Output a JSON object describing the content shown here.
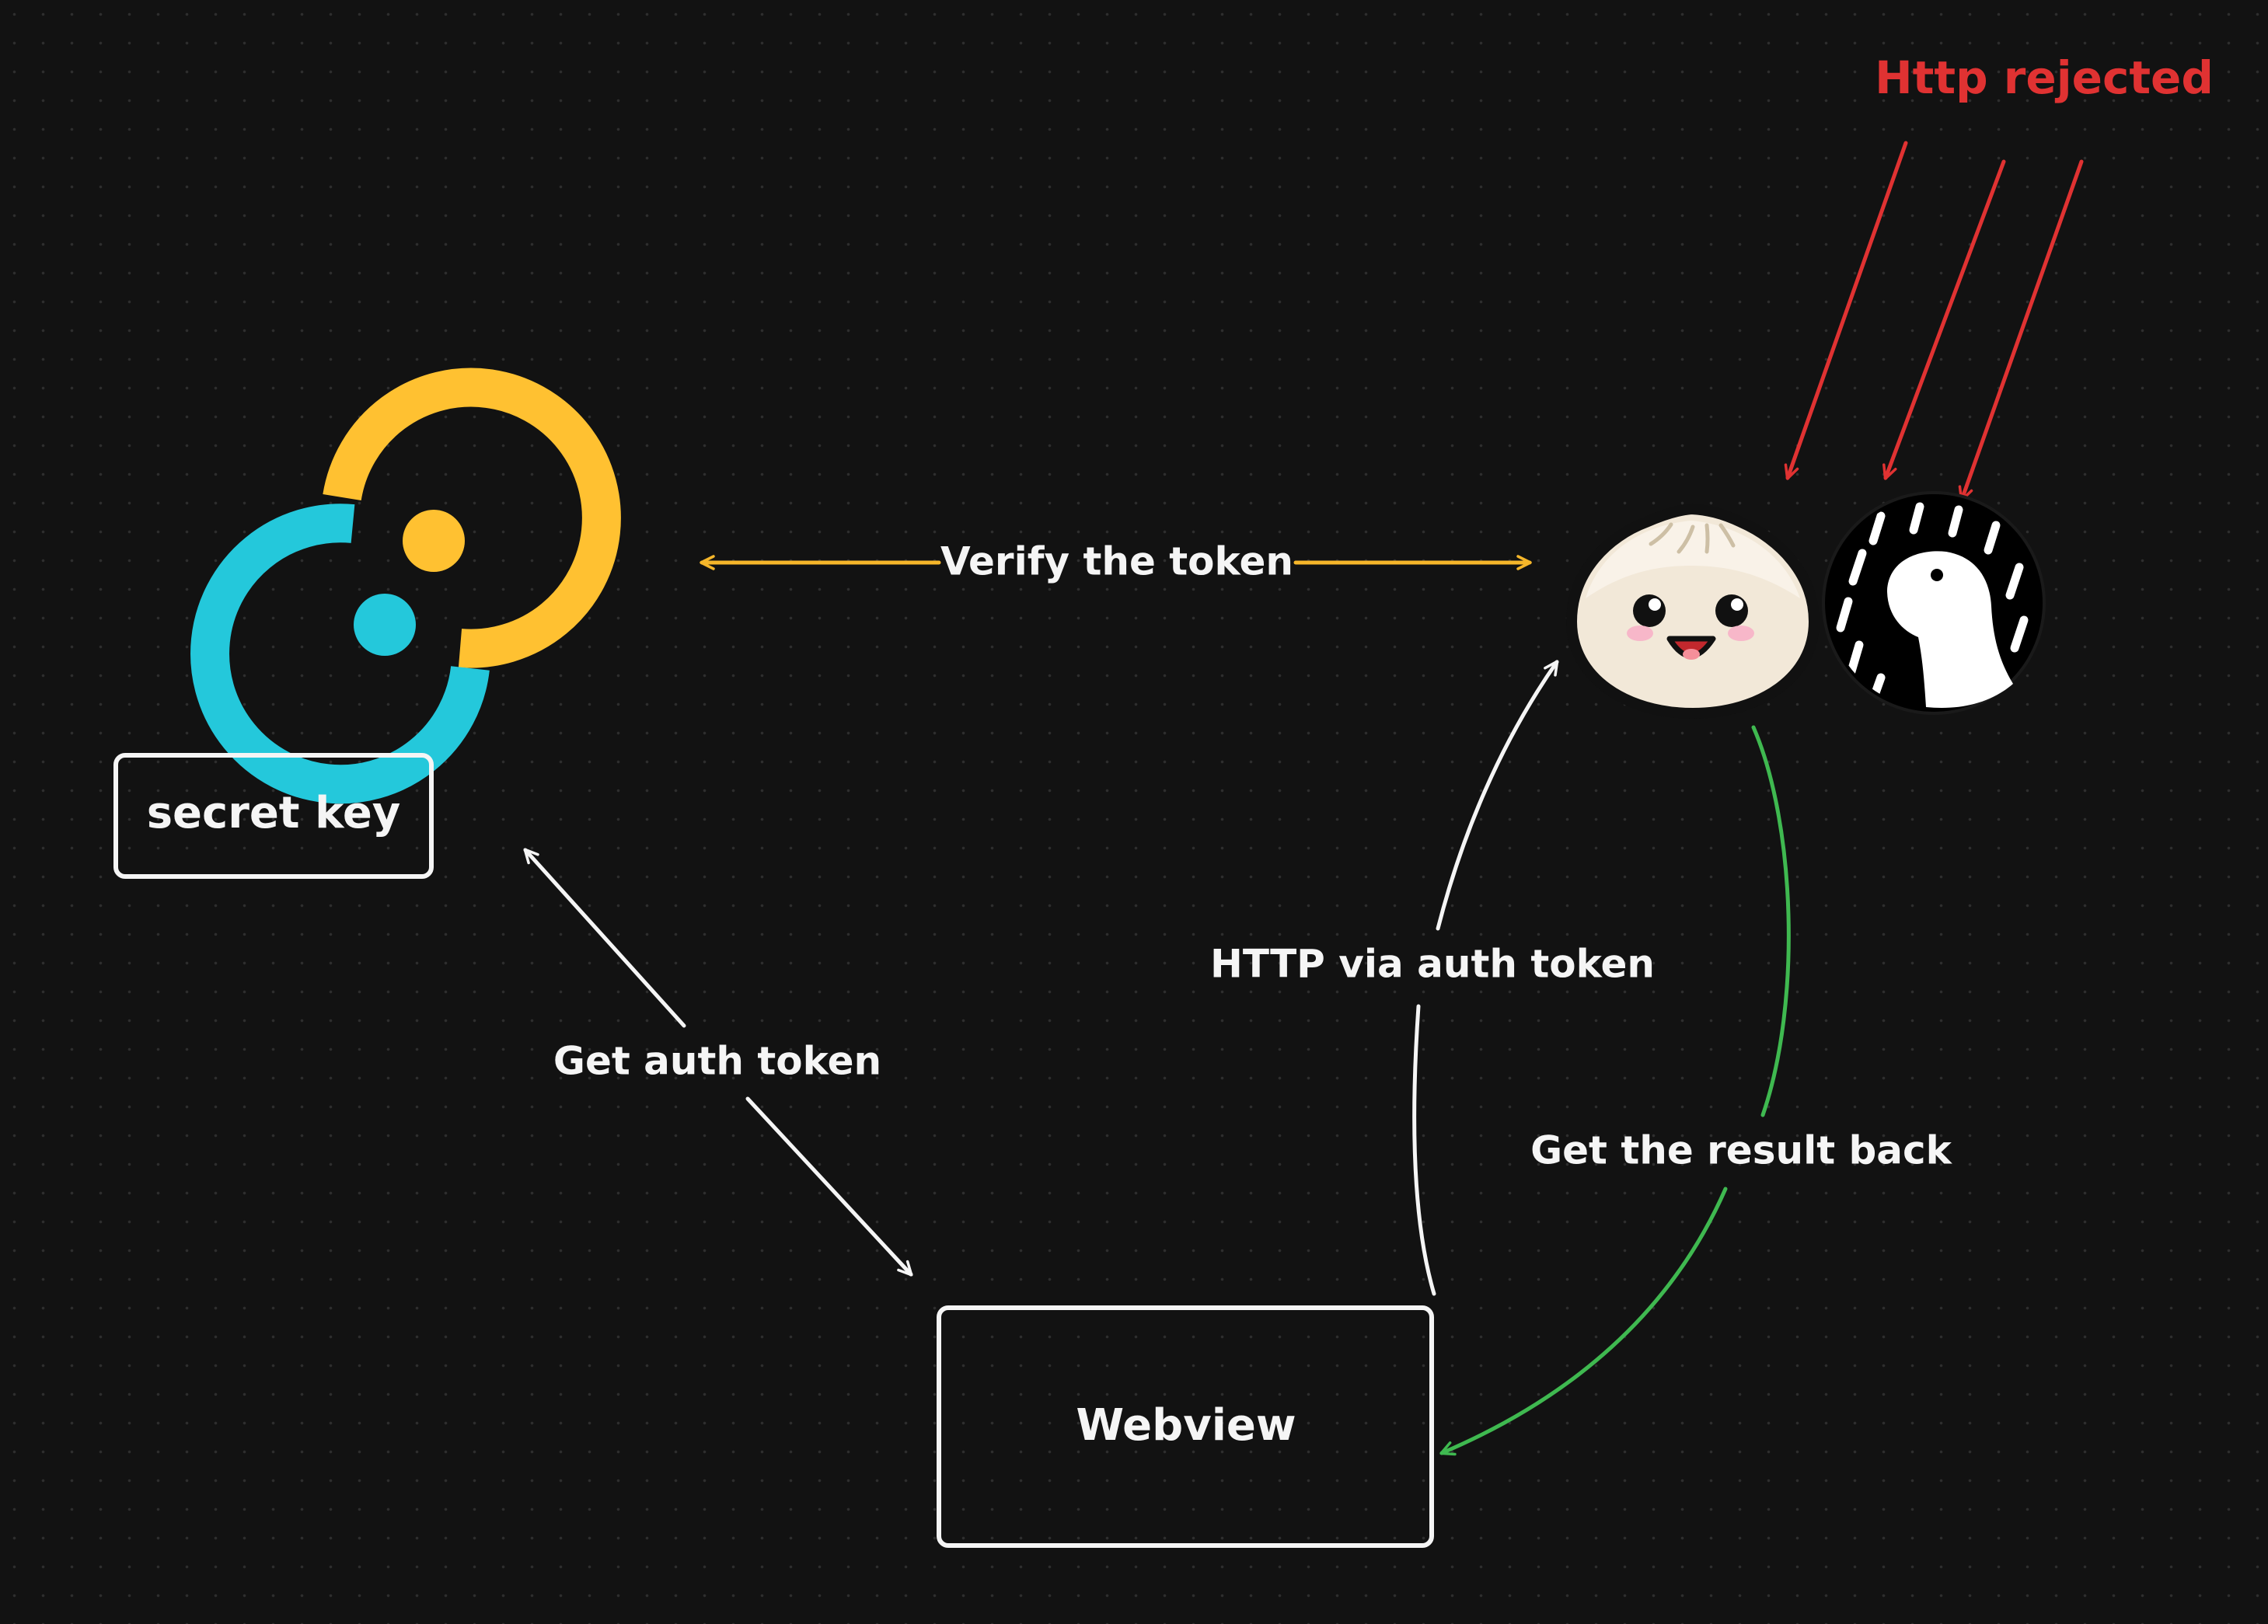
{
  "nodes": {
    "secret_key": "secret key",
    "webview": "Webview"
  },
  "edges": {
    "verify": "Verify the token",
    "get_auth": "Get auth token",
    "http_auth": "HTTP via auth token",
    "result_back": "Get the result back",
    "rejected": "Http rejected"
  },
  "icons": {
    "tauri": "tauri-logo-icon",
    "bun": "bun-mascot-icon",
    "deno": "deno-logo-icon"
  },
  "colors": {
    "background": "#121212",
    "white": "#f5f5f5",
    "yellow": "#f5b62a",
    "green": "#3fb950",
    "red": "#e03232",
    "tauri_yellow": "#ffc131",
    "tauri_blue": "#24c8db"
  }
}
